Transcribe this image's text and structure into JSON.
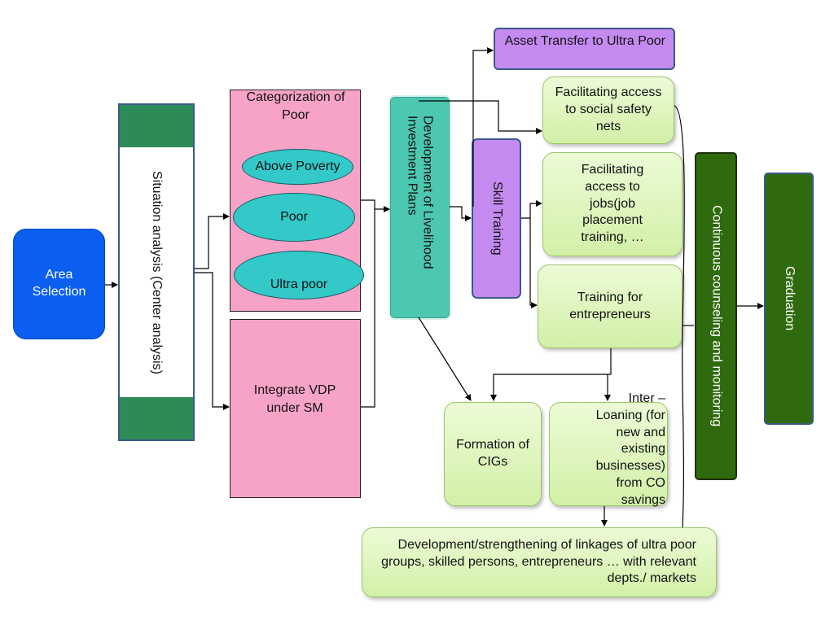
{
  "nodes": {
    "area_selection": "Area Selection",
    "situation_analysis": "Situation analysis (Center analysis)",
    "categorization_title": "Categorization of Poor",
    "above_poverty": "Above Poverty",
    "poor": "Poor",
    "ultra_poor": "Ultra poor",
    "integrate_vdp": "Integrate VDP under SM",
    "livelihood_plans": "Development of Livelihood Investment Plans",
    "asset_transfer": "Asset Transfer to Ultra Poor",
    "social_safety": "Facilitating access to social safety nets",
    "skill_training": "Skill Training",
    "access_jobs": "Facilitating access to jobs(job placement training, …",
    "training_entrepreneurs": "Training for entrepreneurs",
    "counseling": "Continuous counseling and monitoring",
    "graduation": "Graduation",
    "formation_cigs": "Formation of CIGs",
    "inter_loaning": "Inter –Loaning (for new and existing businesses) from CO savings",
    "linkages": "Development/strengthening of linkages of ultra poor groups, skilled persons, entrepreneurs … with relevant depts./ markets"
  },
  "colors": {
    "blue": "#0a5ff0",
    "dark_green": "#2e8b57",
    "navy_border": "#3a5a8a",
    "pink": "#f7a3c7",
    "teal_ellipse": "#33c9c9",
    "teal_box": "#4cc7b0",
    "lavender": "#c48af0",
    "light_green": "#d8f3b5",
    "olive_green": "#2f6b0e"
  }
}
